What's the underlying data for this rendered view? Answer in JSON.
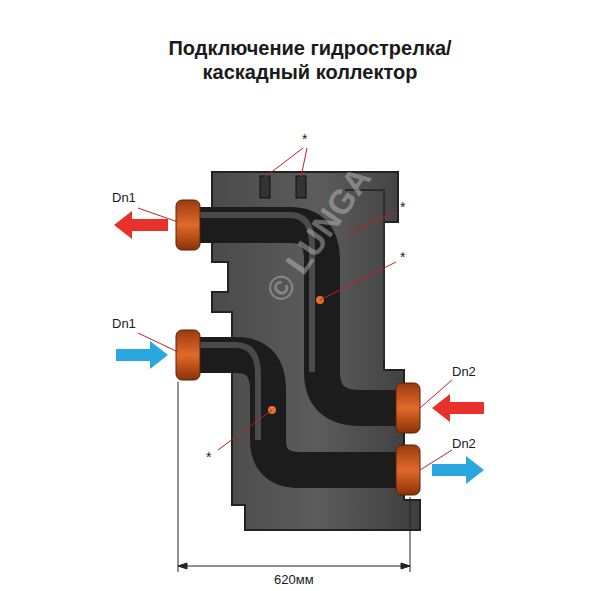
{
  "diagram": {
    "title": "Подключение гидрострелка/каскадный коллектор",
    "labels": [
      "*",
      "*",
      "*",
      "Dn1",
      "Dn1",
      "*",
      "Dn2",
      "Dn2",
      "620мм",
      "© LUNGA"
    ]
  }
}
